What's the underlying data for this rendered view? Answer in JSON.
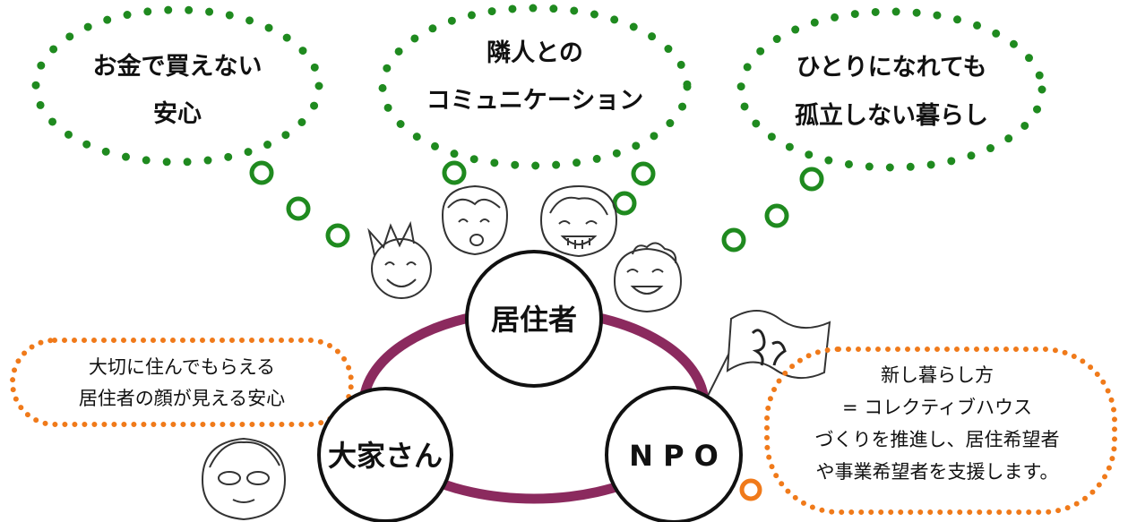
{
  "thoughts": {
    "left": {
      "line1": "お金で買えない",
      "line2": "安心"
    },
    "center": {
      "line1": "隣人との",
      "line2": "コミュニケーション"
    },
    "right": {
      "line1": "ひとりになれても",
      "line2": "孤立しない暮らし"
    }
  },
  "nodes": {
    "residents": "居住者",
    "landlord": "大家さん",
    "npo": "N P O"
  },
  "notes": {
    "landlord": {
      "line1": "大切に住んでもらえる",
      "line2": "居住者の顔が見える安心"
    },
    "npo": {
      "line1": "新し暮らし方",
      "line2": "= コレクティブハウス",
      "line3": "づくりを推進し、居住希望者",
      "line4": "や事業希望者を支援します。"
    }
  },
  "colors": {
    "green": "#1f8a1f",
    "orange": "#f07a1a",
    "ring": "#8b2a5e"
  }
}
